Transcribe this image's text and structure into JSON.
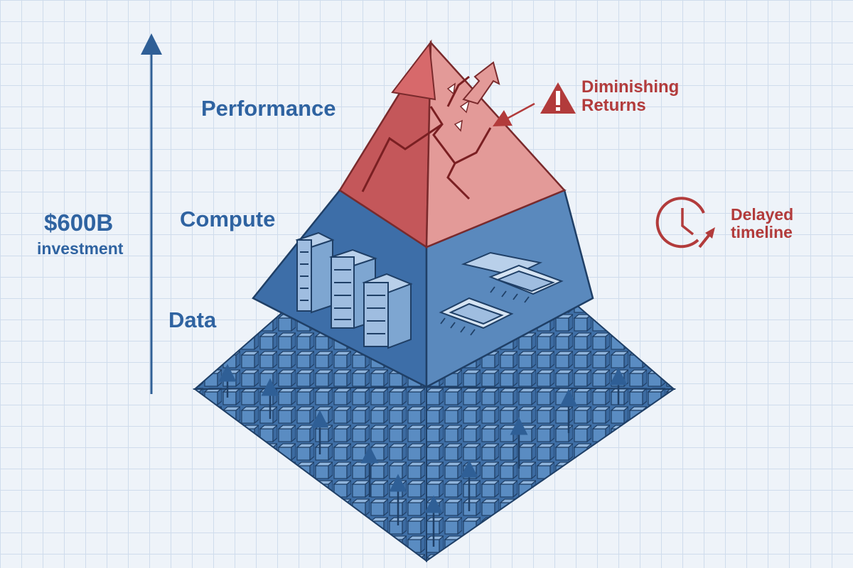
{
  "investment": {
    "amount": "$600B",
    "caption": "investment"
  },
  "layers": {
    "top": "Performance",
    "middle": "Compute",
    "bottom": "Data"
  },
  "callouts": {
    "diminishing": {
      "line1": "Diminishing",
      "line2": "Returns"
    },
    "delayed": {
      "line1": "Delayed",
      "line2": "timeline"
    }
  },
  "colors": {
    "blue_dark": "#2f5f96",
    "blue_mid": "#4f80b6",
    "blue_light": "#7ea6d1",
    "red_dark": "#c4575a",
    "red_light": "#e39a98",
    "accent_red": "#b23b3b",
    "label_blue": "#2f63a1"
  },
  "icons": [
    "up-arrow-icon",
    "warning-icon",
    "clock-icon",
    "server-rack-icon",
    "chip-icon",
    "crack-icon"
  ]
}
